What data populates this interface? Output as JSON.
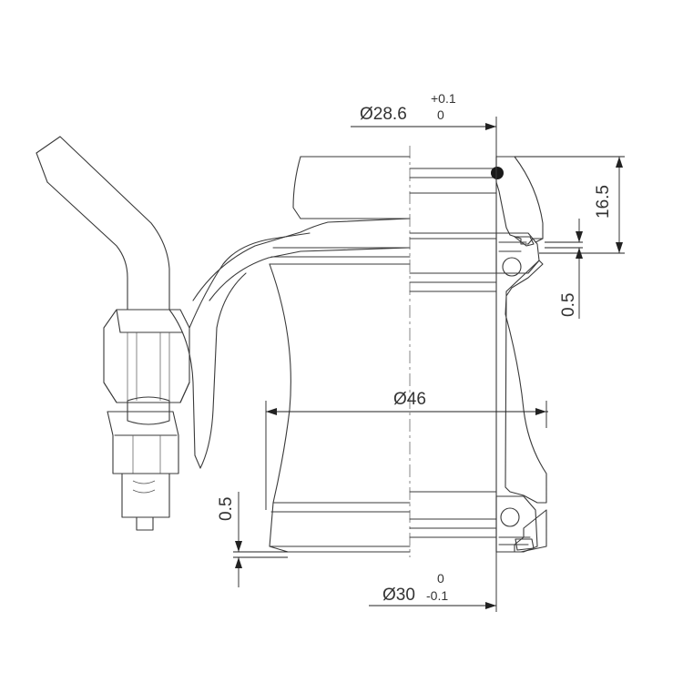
{
  "dimensions": {
    "steerer_diameter": {
      "value": "Ø28.6",
      "tol_upper": "+0.1",
      "tol_lower": "0"
    },
    "cup_height": {
      "value": "16.5"
    },
    "upper_gap": {
      "value": "0.5"
    },
    "outer_diameter": {
      "value": "Ø46"
    },
    "lower_gap": {
      "value": "0.5"
    },
    "crown_race_diameter": {
      "value": "Ø30",
      "tol_upper": "0",
      "tol_lower": "-0.1"
    }
  }
}
